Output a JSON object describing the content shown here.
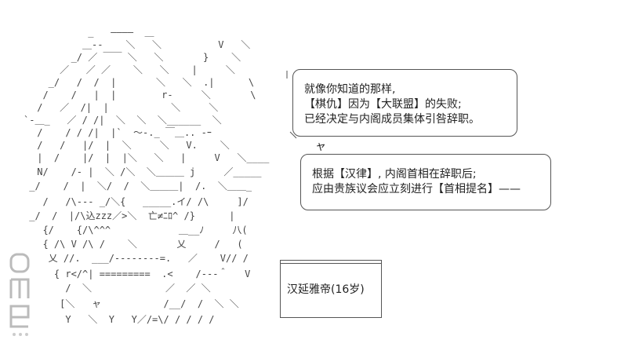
{
  "bubble1": {
    "lines": [
      "就像你知道的那样,",
      "【棋仇】因为【大联盟】的失败;",
      "已经决定与内阁成员集体引咎辞职。"
    ]
  },
  "bubble2": {
    "marker": "ャ",
    "lines": [
      "根据【汉律】, 内阁首相在辞职后;",
      "应由贵族议会应立刻进行【首相提名】——"
    ]
  },
  "namebox": {
    "label": "汉延雅帝(16岁)"
  },
  "art": {
    "lines": [
      "          _   ――――  ＿",
      "         ＿--    ＼   ＼          V   ＼",
      "       _/ ／ ￣￣ ＼   ＼       }    ＼",
      "     ／   ／ ／    ＼   ＼    |     ＼",
      "   _/   /  /  |       ＼   ＼  .|      \\",
      "  /    /   |  |        r‐     ＼       \\",
      " /   ／  /|  |           ＼     ＼",
      "`-＿_   ／ / /|  ＼  ＼  ＼______  ＼",
      " /    / / /|  |`  ～-._ ￣＿.. -ｰ",
      " /   /   |/  |  ＼     ＼   V.    ＼",
      " |  /    |/  |  |＼   ＼   |     V   ＼____",
      " N/    /‐ |  ＼ /＼  ＼＿＿＿ j     ／_____",
      " _/    /  |  ＼/  /  ＼＿＿＿|  /.  ＼＿＿_",
      "  /   /\\--- _/＼{   _____.イ/ /\\     ]/",
      " _/  /  |/\\込zzz／>＼  亡≠ﾆﾛ^ /}      |",
      "  {/    {/\\^^^            ＿__ﾉ     八(",
      "  { /\\ V /\\ /    ＼       乂     /   (",
      "   乂 //.  ___/--------=.   ／    V// /",
      "    { r</^| =========  .<    /---＾   V",
      "      /  ＼             ／  ／ ＼",
      "     [＼   ャ           /__/  /  ＼ ＼",
      "      Y   ＼  Y   Y／/=\\/ / / / /"
    ]
  }
}
